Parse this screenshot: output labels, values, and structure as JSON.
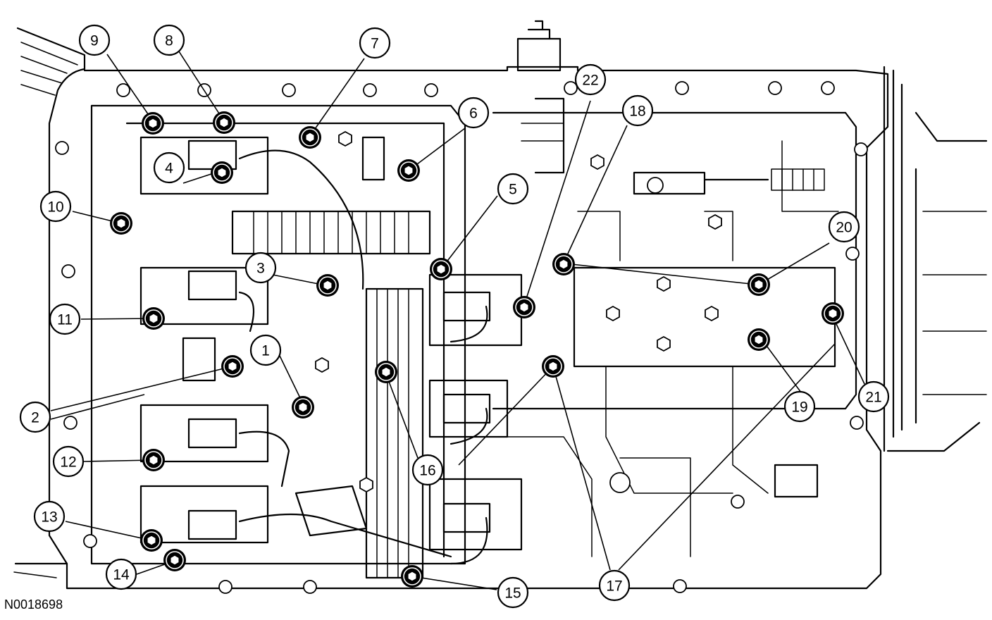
{
  "figure_id": "N0018698",
  "callouts": [
    {
      "n": "1"
    },
    {
      "n": "2"
    },
    {
      "n": "3"
    },
    {
      "n": "4"
    },
    {
      "n": "5"
    },
    {
      "n": "6"
    },
    {
      "n": "7"
    },
    {
      "n": "8"
    },
    {
      "n": "9"
    },
    {
      "n": "10"
    },
    {
      "n": "11"
    },
    {
      "n": "12"
    },
    {
      "n": "13"
    },
    {
      "n": "14"
    },
    {
      "n": "15"
    },
    {
      "n": "16"
    },
    {
      "n": "17"
    },
    {
      "n": "18"
    },
    {
      "n": "19"
    },
    {
      "n": "20"
    },
    {
      "n": "21"
    },
    {
      "n": "22"
    }
  ]
}
